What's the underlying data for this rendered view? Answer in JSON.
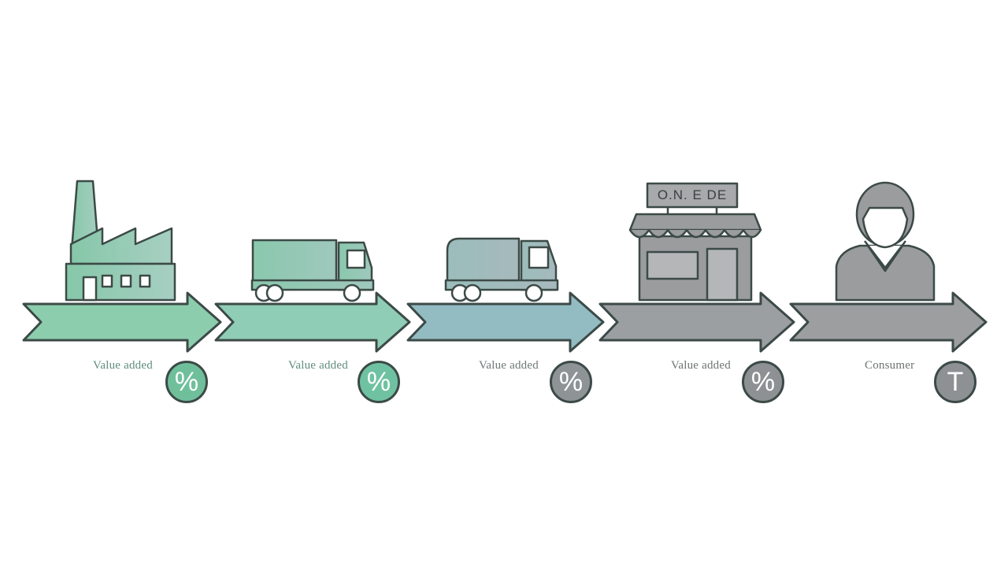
{
  "colors": {
    "outline": "#3c4a47",
    "green": "#7fbfa3",
    "teal": "#8fb8b8",
    "gray": "#9a9c9e",
    "arrow_1": "#8ccdae",
    "arrow_2": "#8fcdb6",
    "arrow_3": "#93bcc2",
    "arrow_4": "#9c9fa2",
    "arrow_5": "#9c9ea0"
  },
  "stages": [
    {
      "icon": "factory-icon",
      "label": "Value added",
      "badge": "%",
      "label_color": "#5e8d7c",
      "badge_color": "#6fbf9b"
    },
    {
      "icon": "truck-icon",
      "label": "Value added",
      "badge": "%",
      "label_color": "#5e8d7c",
      "badge_color": "#6fc2a1"
    },
    {
      "icon": "truck-icon",
      "label": "Value added",
      "badge": "%",
      "label_color": "#707878",
      "badge_color": "#8e9496"
    },
    {
      "icon": "store-icon",
      "label": "Value added",
      "badge": "%",
      "label_color": "#6e7272",
      "badge_color": "#8e9193"
    },
    {
      "icon": "person-icon",
      "label": "Consumer",
      "badge": "T",
      "label_color": "#6e7272",
      "badge_color": "#8e9193"
    }
  ],
  "store_sign": "O.N. E DE"
}
